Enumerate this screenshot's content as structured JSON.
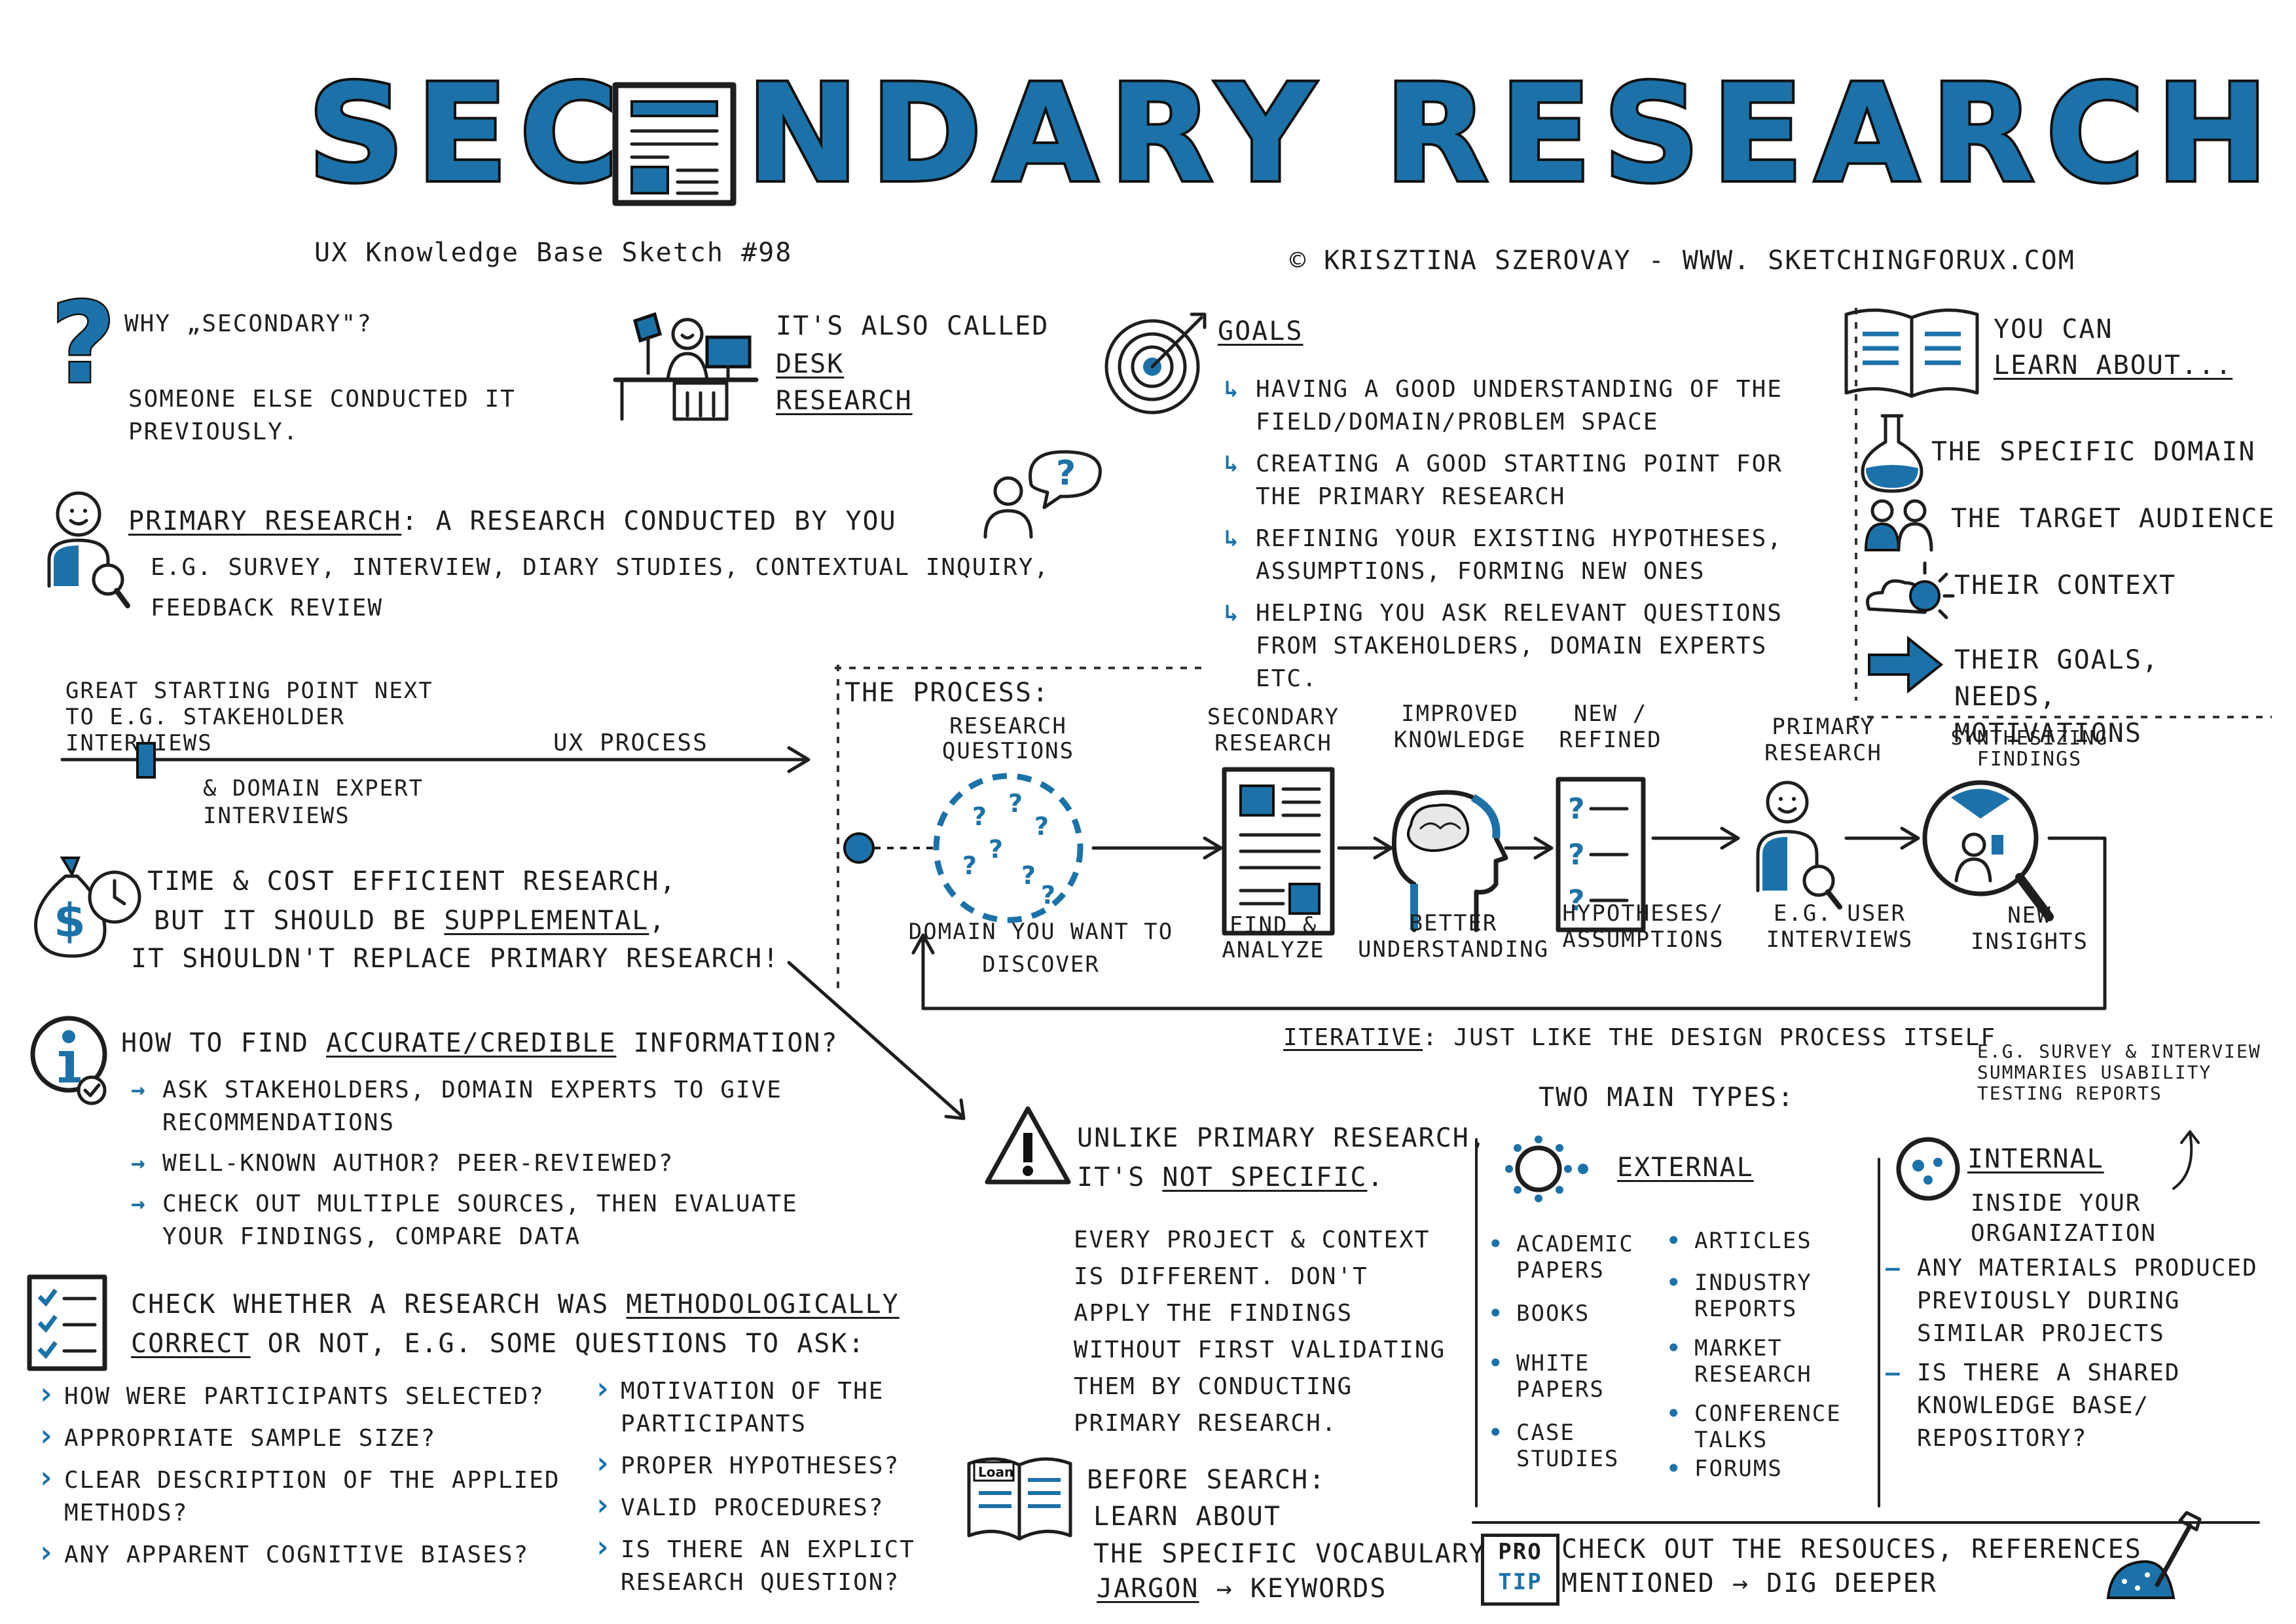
{
  "header": {
    "title_left": "SEC",
    "title_right": "NDARY RESEARCH",
    "subtitle": "UX Knowledge Base Sketch #98",
    "credit": "© KRISZTINA SZEROVAY - WWW. SKETCHINGFORUX.COM"
  },
  "why": {
    "title": "WHY „SECONDARY\"?",
    "text": "SOMEONE ELSE CONDUCTED IT PREVIOUSLY."
  },
  "desk": {
    "line1": "IT'S ALSO CALLED",
    "line2": "DESK",
    "line3": "RESEARCH"
  },
  "primary_def": {
    "term": "PRIMARY RESEARCH",
    "definition": ": A RESEARCH CONDUCTED BY YOU",
    "examples": "E.G. SURVEY, INTERVIEW, DIARY STUDIES, CONTEXTUAL INQUIRY, FEEDBACK REVIEW"
  },
  "goals": {
    "title": "GOALS",
    "items": [
      "HAVING A GOOD UNDERSTANDING OF THE FIELD/DOMAIN/PROBLEM SPACE",
      "CREATING A GOOD STARTING POINT FOR THE PRIMARY RESEARCH",
      "REFINING YOUR EXISTING HYPOTHESES, ASSUMPTIONS, FORMING NEW ONES",
      "HELPING YOU ASK RELEVANT QUESTIONS FROM STAKEHOLDERS, DOMAIN EXPERTS ETC."
    ]
  },
  "learn": {
    "title_line1": "YOU CAN",
    "title_line2": "LEARN ABOUT...",
    "items": [
      "THE SPECIFIC DOMAIN",
      "THE TARGET AUDIENCE",
      "THEIR CONTEXT",
      "THEIR GOALS, NEEDS, MOTIVATIONS"
    ]
  },
  "timeline": {
    "note_top": "GREAT STARTING POINT NEXT TO E.G. STAKEHOLDER INTERVIEWS",
    "note_bottom": "& DOMAIN EXPERT INTERVIEWS",
    "axis_label": "UX PROCESS"
  },
  "time_cost": {
    "line1": "TIME & COST EFFICIENT RESEARCH,",
    "line2_pre": "BUT IT SHOULD BE ",
    "line2_key": "SUPPLEMENTAL",
    "line2_post": ",",
    "line3": "IT SHOULDN'T REPLACE PRIMARY RESEARCH!"
  },
  "process": {
    "title": "THE PROCESS:",
    "steps": [
      {
        "top": "RESEARCH QUESTIONS",
        "bottom": "DOMAIN YOU WANT TO DISCOVER"
      },
      {
        "top": "SECONDARY RESEARCH",
        "bottom": "FIND & ANALYZE"
      },
      {
        "top": "IMPROVED KNOWLEDGE",
        "bottom": "BETTER UNDERSTANDING"
      },
      {
        "top": "NEW / REFINED",
        "bottom": "HYPOTHESES/ ASSUMPTIONS"
      },
      {
        "top": "PRIMARY RESEARCH",
        "bottom": "E.G. USER INTERVIEWS"
      },
      {
        "top": "SYNTHESIZING FINDINGS",
        "bottom": "NEW INSIGHTS"
      }
    ],
    "iterative_key": "ITERATIVE",
    "iterative_text": ": JUST LIKE THE DESIGN PROCESS ITSELF"
  },
  "credible": {
    "title_pre": "HOW TO FIND ",
    "title_key": "ACCURATE/CREDIBLE",
    "title_post": " INFORMATION?",
    "items": [
      "ASK STAKEHOLDERS, DOMAIN EXPERTS TO GIVE RECOMMENDATIONS",
      "WELL-KNOWN AUTHOR? PEER-REVIEWED?",
      "CHECK OUT MULTIPLE SOURCES, THEN EVALUATE YOUR FINDINGS, COMPARE DATA"
    ]
  },
  "method": {
    "intro_pre": "CHECK WHETHER A RESEARCH WAS ",
    "intro_key": "METHODOLOGICALLY CORRECT",
    "intro_post": " OR NOT, E.G. SOME QUESTIONS TO ASK:",
    "left": [
      "HOW WERE PARTICIPANTS SELECTED?",
      "APPROPRIATE SAMPLE SIZE?",
      "CLEAR DESCRIPTION OF THE APPLIED METHODS?",
      "ANY APPARENT COGNITIVE BIASES?"
    ],
    "right": [
      "MOTIVATION OF THE PARTICIPANTS",
      "PROPER HYPOTHESES?",
      "VALID PROCEDURES?",
      "IS THERE AN EXPLICT RESEARCH QUESTION?"
    ]
  },
  "not_specific": {
    "line1": "UNLIKE PRIMARY RESEARCH,",
    "line2_pre": "IT'S ",
    "line2_key": "NOT SPECIFIC",
    "line2_post": ".",
    "body": "EVERY PROJECT & CONTEXT IS DIFFERENT. DON'T APPLY THE FINDINGS WITHOUT FIRST VALIDATING THEM BY CONDUCTING PRIMARY RESEARCH."
  },
  "before": {
    "book_label": "Loan",
    "line1": "BEFORE SEARCH:",
    "line2": "LEARN ABOUT",
    "line3": "THE SPECIFIC VOCABULARY,",
    "jargon": "JARGON",
    "arrow": "→",
    "keywords": "KEYWORDS"
  },
  "types": {
    "title": "TWO MAIN TYPES:",
    "external": {
      "label": "EXTERNAL",
      "col1": [
        "ACADEMIC PAPERS",
        "BOOKS",
        "WHITE PAPERS",
        "CASE STUDIES"
      ],
      "col2": [
        "ARTICLES",
        "INDUSTRY REPORTS",
        "MARKET RESEARCH",
        "CONFERENCE TALKS",
        "FORUMS"
      ]
    },
    "internal": {
      "label": "INTERNAL",
      "note": "E.G. SURVEY & INTERVIEW SUMMARIES USABILITY TESTING REPORTS",
      "subtitle": "INSIDE YOUR ORGANIZATION",
      "items": [
        "ANY MATERIALS PRODUCED PREVIOUSLY DURING SIMILAR PROJECTS",
        "IS THERE A SHARED KNOWLEDGE BASE/ REPOSITORY?"
      ]
    }
  },
  "protip": {
    "badge_line1": "PRO",
    "badge_line2": "TIP",
    "line1": "CHECK OUT THE RESOUCES, REFERENCES",
    "line2": "MENTIONED → DIG DEEPER"
  },
  "colors": {
    "accent": "#1c72a8",
    "ink": "#1e1e1e"
  }
}
